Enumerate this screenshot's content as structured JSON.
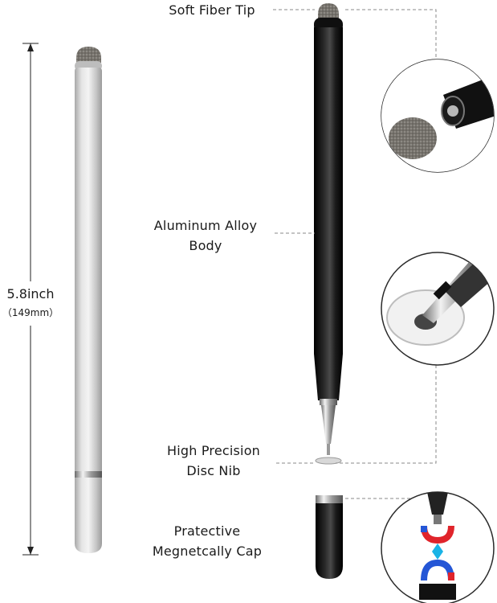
{
  "dimension": {
    "length": "5.8inch",
    "metric": "（149mm）"
  },
  "labels": {
    "tip": "Soft Fiber Tip",
    "body_line1": "Aluminum Alloy",
    "body_line2": "Body",
    "nib_line1": "High Precision",
    "nib_line2": "Disc Nib",
    "cap_line1": "Pratective",
    "cap_line2": "Megnetcally Cap"
  },
  "colors": {
    "silver_pen": "#c9c9c9",
    "black_pen": "#111111",
    "leader_line": "#8a8a8a",
    "magnet_red": "#e0242b",
    "magnet_blue": "#2456d6"
  }
}
